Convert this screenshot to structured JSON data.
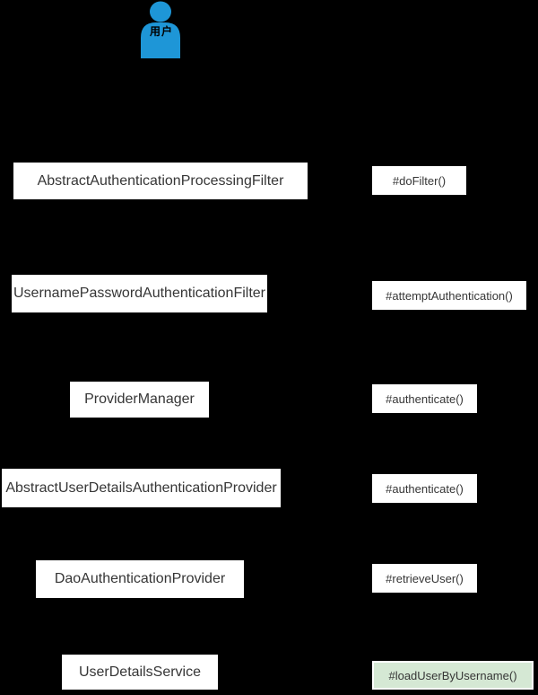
{
  "diagram": {
    "title_hint": "Spring Security authentication call flow",
    "actor": {
      "label": "用户",
      "color": "#1e96d7"
    },
    "colors": {
      "background": "#000000",
      "box_fill": "#ffffff",
      "box_text": "#363636",
      "highlight_fill": "#d5e8d4",
      "actor_blue": "#1e96d7"
    },
    "rows": [
      {
        "class_name": "AbstractAuthenticationProcessingFilter",
        "method": "#doFilter()"
      },
      {
        "class_name": "UsernamePasswordAuthenticationFilter",
        "method": "#attemptAuthentication()"
      },
      {
        "class_name": "ProviderManager",
        "method": "#authenticate()"
      },
      {
        "class_name": "AbstractUserDetailsAuthenticationProvider",
        "method": "#authenticate()"
      },
      {
        "class_name": "DaoAuthenticationProvider",
        "method": "#retrieveUser()"
      },
      {
        "class_name": "UserDetailsService",
        "method": "#loadUserByUsername()",
        "highlighted": true
      }
    ]
  }
}
